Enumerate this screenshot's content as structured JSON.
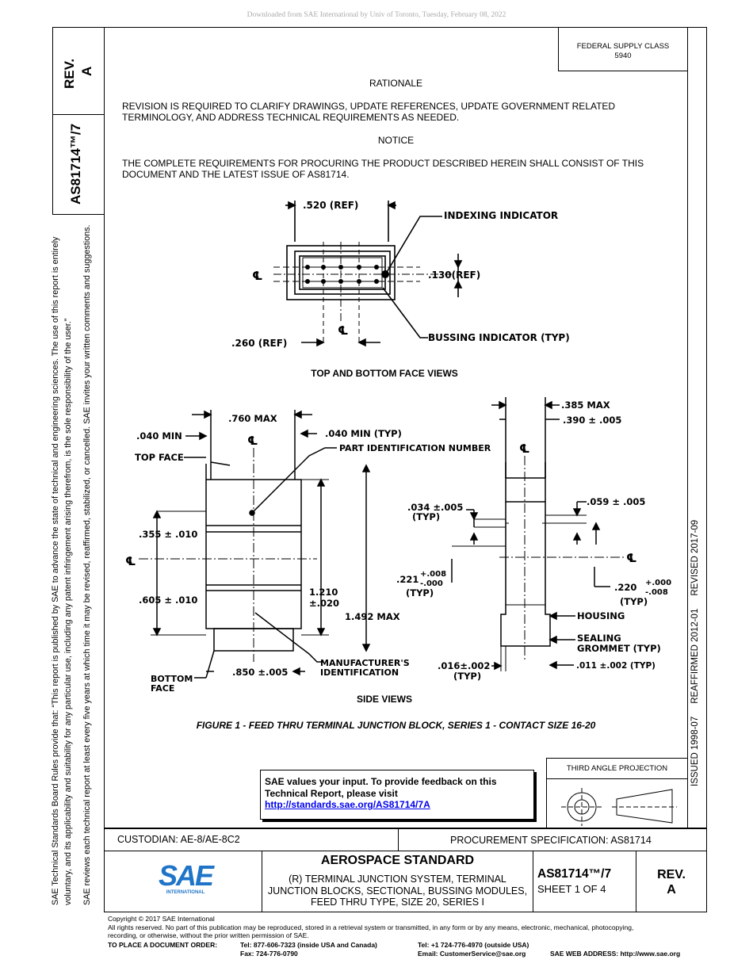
{
  "download_notice": "Downloaded from SAE International by Univ of Toronto, Tuesday, February 08, 2022",
  "sidebar": {
    "rev_label": "REV.",
    "rev_value": "A",
    "doc_number": "AS81714™/7",
    "rules_line1": "SAE Technical Standards Board Rules provide that: “This report is published by SAE to advance the state of technical and engineering sciences. The use of this report is entirely",
    "rules_line2": "voluntary, and its applicability and suitability for any particular use, including any patent infringement arising therefrom, is the sole responsibility of the user.”",
    "rules_line3": "SAE reviews each technical report at least every five years at which time it may be revised, reaffirmed, stabilized, or cancelled. SAE invites your written comments and suggestions."
  },
  "dates": "ISSUED 1998-07     REAFFIRMED 2012-01     REVISED 2017-09",
  "supply_class": {
    "line1": "FEDERAL SUPPLY CLASS",
    "line2": "5940"
  },
  "rationale": {
    "heading": "RATIONALE",
    "text": "REVISION IS REQUIRED TO CLARIFY DRAWINGS, UPDATE REFERENCES, UPDATE GOVERNMENT RELATED TERMINOLOGY, AND ADDRESS TECHNICAL REQUIREMENTS AS NEEDED."
  },
  "notice": {
    "heading": "NOTICE",
    "text": "THE COMPLETE REQUIREMENTS FOR PROCURING THE PRODUCT DESCRIBED HEREIN SHALL CONSIST OF THIS DOCUMENT AND THE LATEST ISSUE OF AS81714."
  },
  "top_view": {
    "dim_520": ".520 (REF)",
    "indexing": "INDEXING INDICATOR",
    "dim_130": ".130(REF)",
    "cl": "℄",
    "dim_260": ".260 (REF)",
    "bussing": "BUSSING INDICATOR (TYP)",
    "caption": "TOP AND BOTTOM FACE VIEWS"
  },
  "side_view": {
    "dim_760": ".760 MAX",
    "dim_040min": ".040 MIN",
    "dim_040typ": ".040 MIN (TYP)",
    "top_face": "TOP FACE",
    "part_id": "PART IDENTIFICATION NUMBER",
    "dim_355": ".355 ± .010",
    "dim_605": ".605 ± .010",
    "dim_1210a": "1.210",
    "dim_1210b": "±.020",
    "dim_1492": "1.492 MAX",
    "bottom_face_a": "BOTTOM",
    "bottom_face_b": "FACE",
    "dim_850": ".850 ±.005",
    "mfr_id_a": "MANUFACTURER'S",
    "mfr_id_b": "IDENTIFICATION",
    "dim_385": ".385 MAX",
    "dim_390": ".390 ± .005",
    "dim_034": ".034 ±.005",
    "typ": "(TYP)",
    "dim_059": ".059 ± .005",
    "dim_221": ".221",
    "dim_221_tol": "+.008\n-.000",
    "dim_220": ".220",
    "housing": "HOUSING",
    "sealing_a": "SEALING",
    "sealing_b": "GROMMET (TYP)",
    "dim_016": ".016±.002",
    "dim_011": ".011 ±.002 (TYP)",
    "caption": "SIDE VIEWS"
  },
  "figure_title": "FIGURE 1 - FEED THRU TERMINAL JUNCTION BLOCK, SERIES 1 - CONTACT SIZE 16-20",
  "feedback": {
    "line1": "SAE values your input. To provide feedback on this",
    "line2": "Technical Report, please visit",
    "link": "http://standards.sae.org/AS81714/7A"
  },
  "third_angle": "THIRD ANGLE PROJECTION",
  "title_block": {
    "custodian": "CUSTODIAN: AE-8/AE-8C2",
    "procurement": "PROCUREMENT SPECIFICATION: AS81714",
    "standard": "AEROSPACE STANDARD",
    "title_l1": "(R) TERMINAL JUNCTION SYSTEM, TERMINAL",
    "title_l2": "JUNCTION BLOCKS, SECTIONAL, BUSSING MODULES,",
    "title_l3": "FEED THRU TYPE, SIZE 20, SERIES I",
    "doc_number": "AS81714™/7",
    "sheet": "SHEET 1 OF 4",
    "rev_label": "REV.",
    "rev_value": "A",
    "logo_text": "SAE",
    "logo_sub": "INTERNATIONAL"
  },
  "footer": {
    "copyright": "Copyright © 2017 SAE International",
    "rights": "All rights reserved. No part of this publication may be reproduced, stored in a retrieval system or transmitted, in any form or by any means, electronic, mechanical, photocopying,",
    "rights2": "recording, or otherwise, without the prior written permission of SAE.",
    "order_label": "TO PLACE A DOCUMENT ORDER:",
    "tel_usa": "Tel: 877-606-7323 (inside USA and Canada)",
    "fax": "Fax: 724-776-0790",
    "tel_outside": "Tel: +1 724-776-4970 (outside USA)",
    "email": "Email: CustomerService@sae.org",
    "web": "SAE WEB ADDRESS: http://www.sae.org"
  }
}
